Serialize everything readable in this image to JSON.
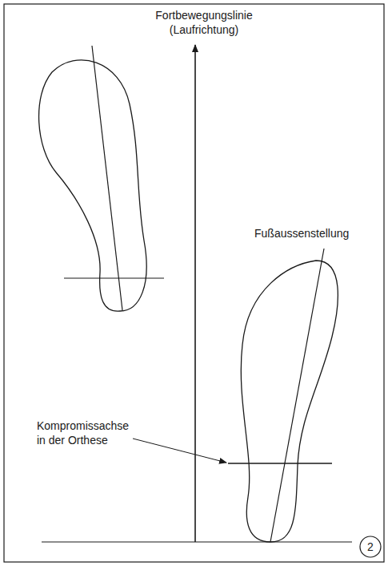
{
  "diagram": {
    "labels": [
      "Fortbewegungslinie (Laufrichtung)",
      "Fußaussenstellung",
      "Kompromissachse in der Orthese",
      "2"
    ]
  }
}
